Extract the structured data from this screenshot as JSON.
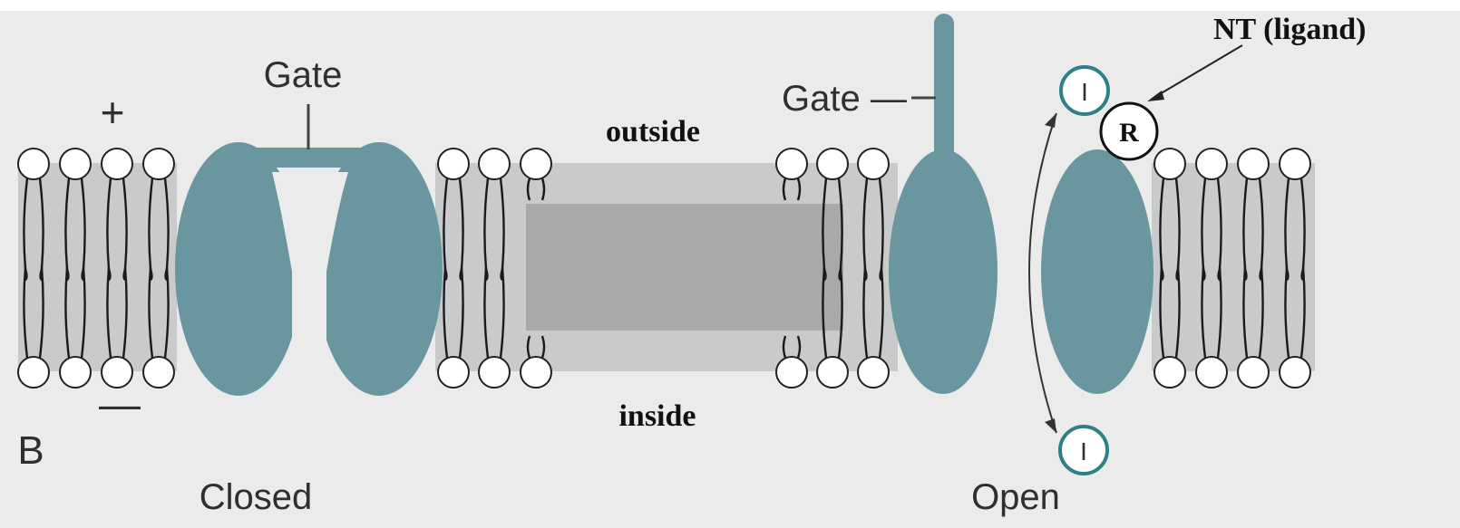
{
  "panel_letter": "B",
  "membrane": {
    "sign_outside": "+",
    "sign_inside": "—",
    "outside_label": "outside",
    "inside_label": "inside"
  },
  "closed_channel": {
    "gate_label": "Gate",
    "state_label": "Closed"
  },
  "open_channel": {
    "gate_label": "Gate —",
    "state_label": "Open",
    "ligand_label": "NT (ligand)",
    "receptor_label": "R",
    "ion_label": "I"
  },
  "colors": {
    "background": "#ebebeb",
    "protein": "#6a96a0",
    "membrane_band": "#c9cacc",
    "membrane_inner": "#a9a9ab"
  }
}
